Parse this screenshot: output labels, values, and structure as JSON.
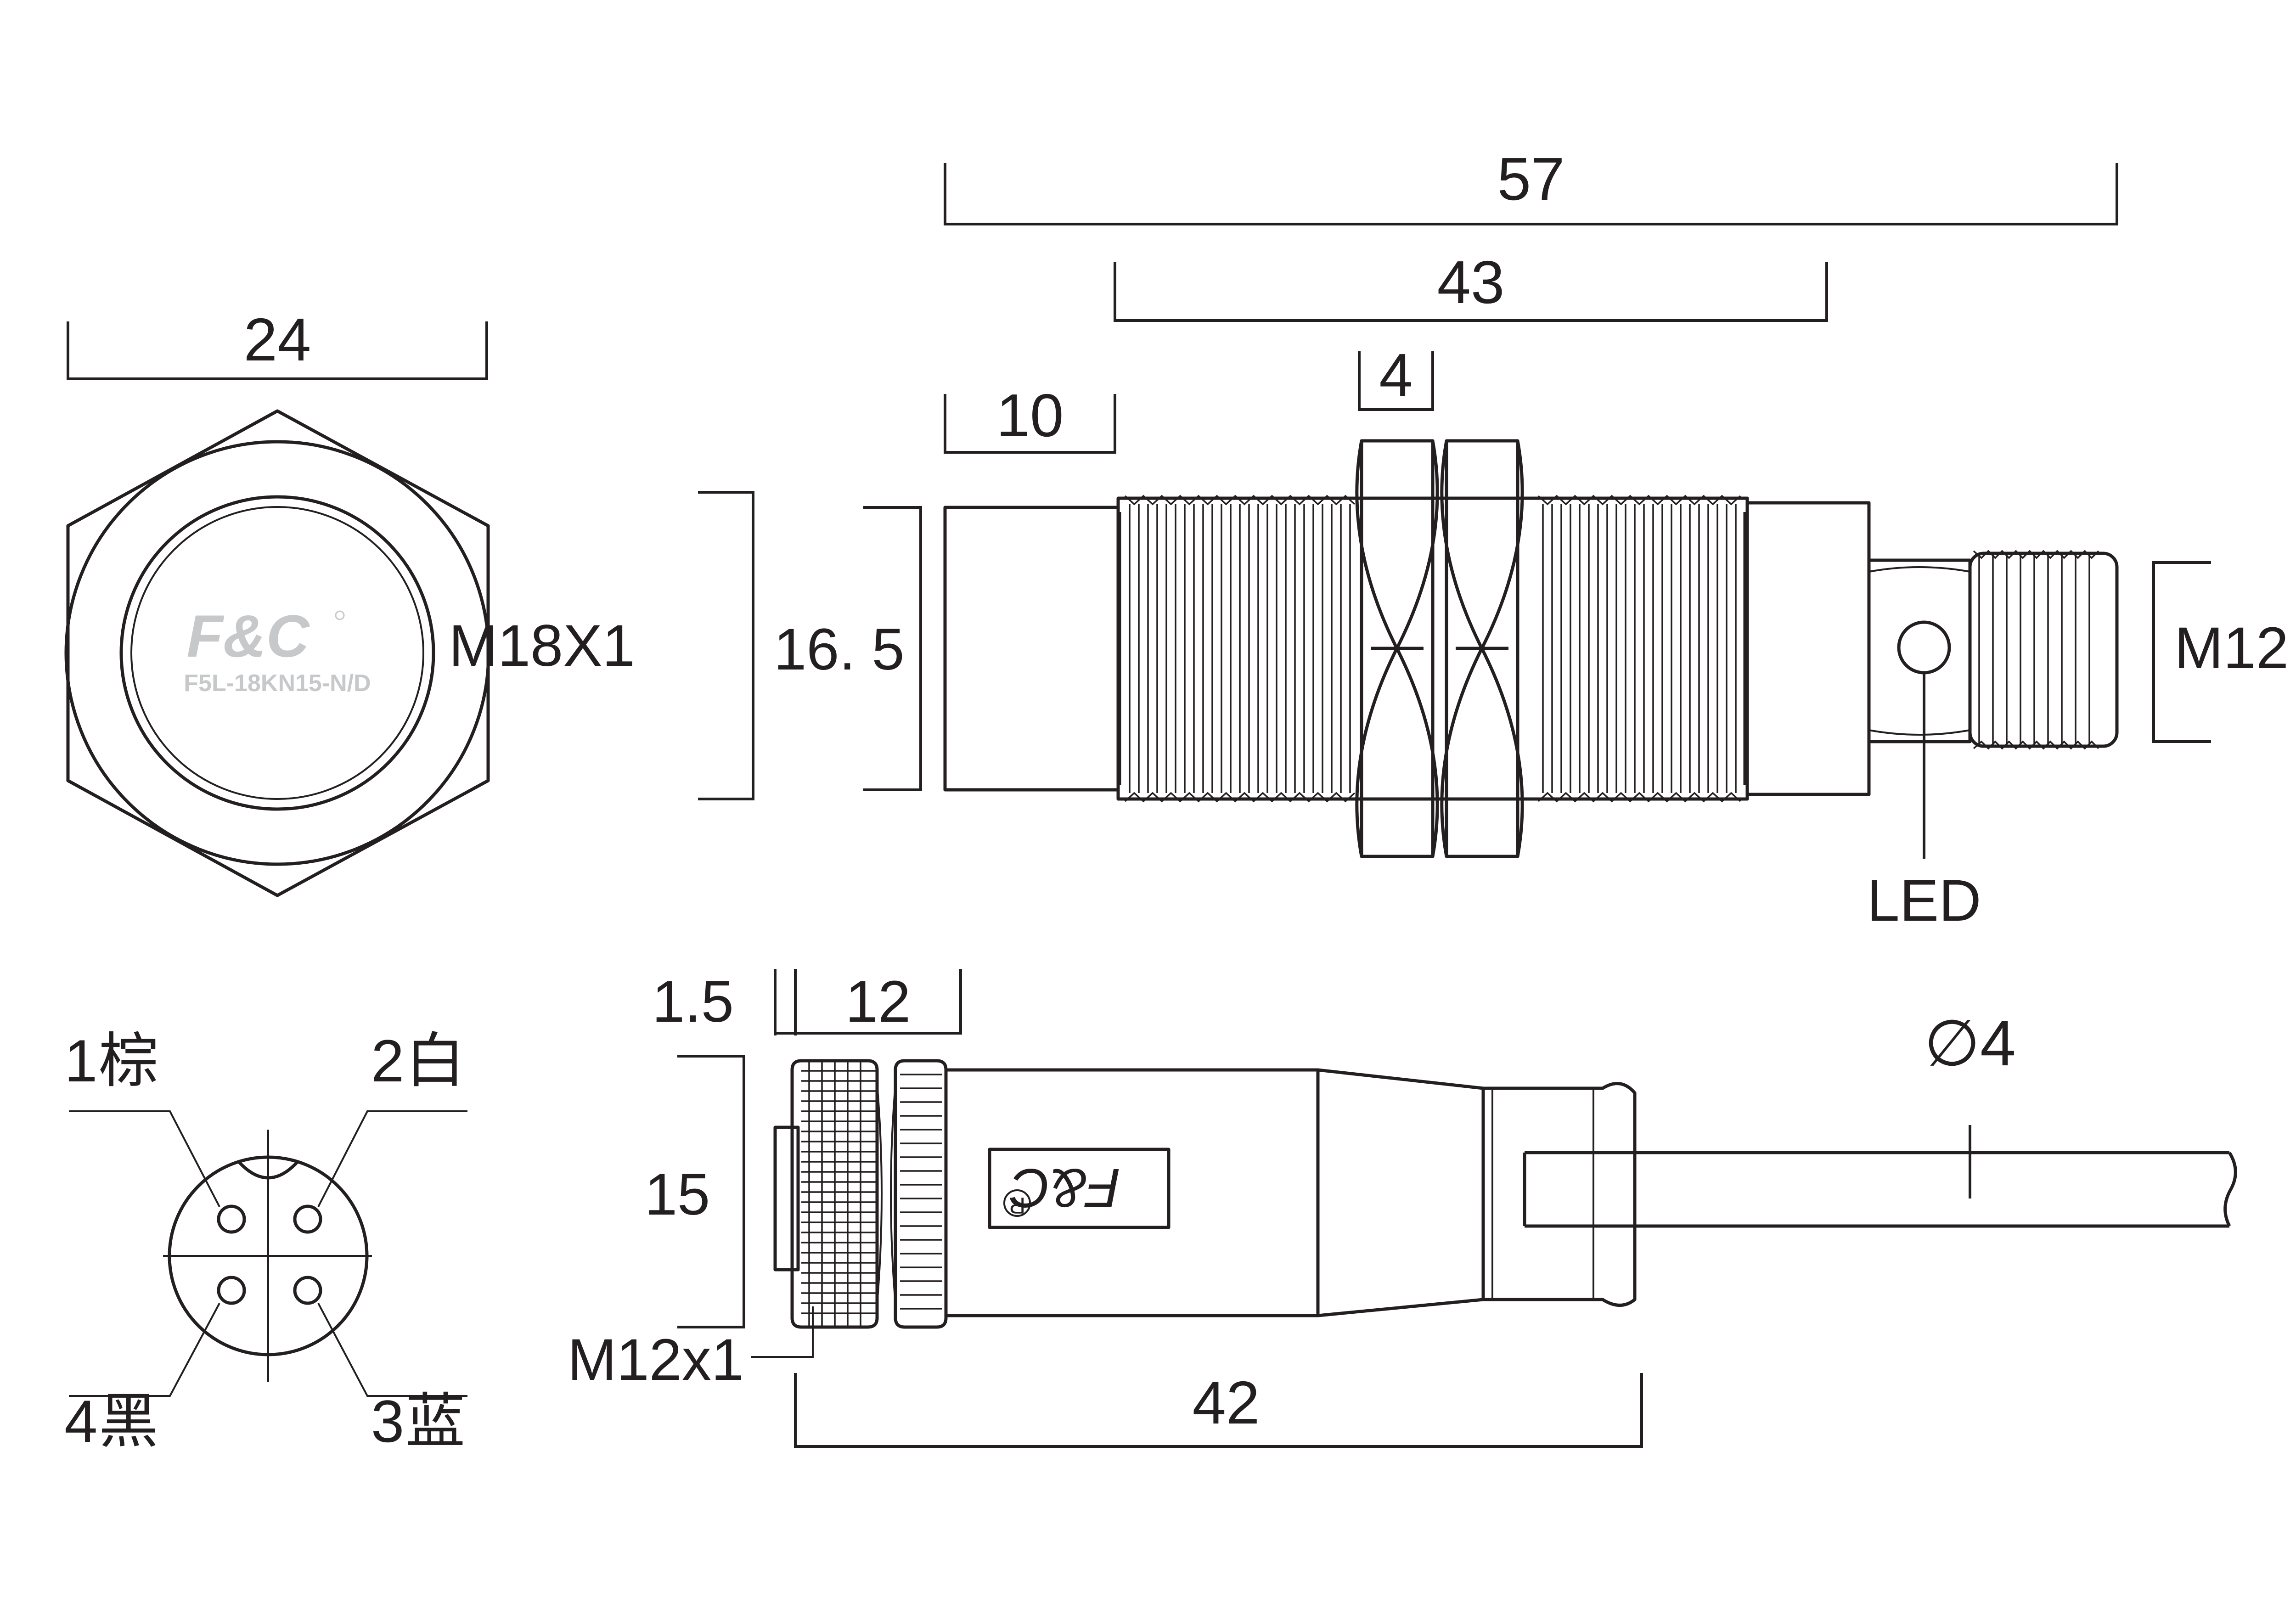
{
  "dimensions": {
    "hex_across_flats": "24",
    "overall_length": "57",
    "thread_length": "43",
    "nut_thickness": "4",
    "sensing_face_length": "10",
    "thread_spec": "M18X1",
    "face_diameter": "16. 5",
    "connector_thread": "M12",
    "connector_offset": "1.5",
    "connector_nut_length": "12",
    "cable_connector_diameter": "15",
    "cable_connector_thread": "M12x1",
    "cable_connector_length": "42",
    "cable_diameter": "∅4"
  },
  "labels": {
    "led": "LED",
    "face_brand": "F&C",
    "face_model": "F5L-18KN15-N/D",
    "connector_brand": "F&C",
    "registered_mark": "R"
  },
  "pins": [
    {
      "number": "1",
      "color": "棕"
    },
    {
      "number": "2",
      "color": "白"
    },
    {
      "number": "3",
      "color": "蓝"
    },
    {
      "number": "4",
      "color": "黑"
    }
  ],
  "colors": {
    "line": "#231f20",
    "logo_grey": "#c7c8ca"
  }
}
